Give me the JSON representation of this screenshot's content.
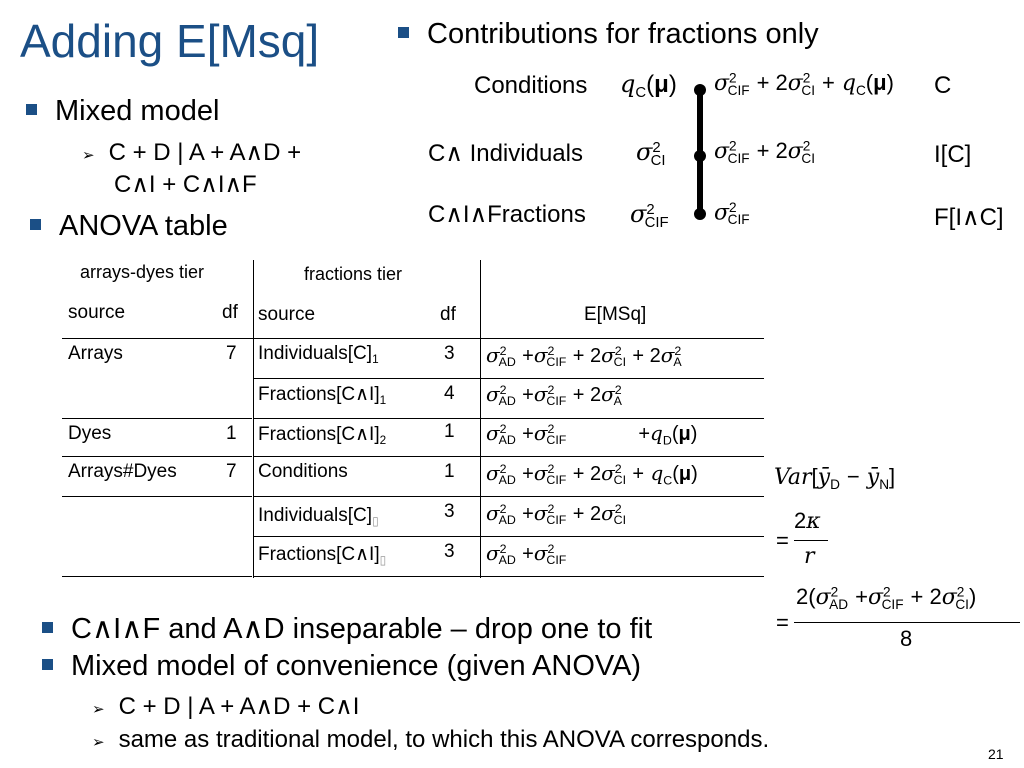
{
  "title": "Adding E[Msq]",
  "left_bullets": {
    "mixed_model": "Mixed model",
    "mixed_model_formula_line1": "C + D | A + A∧D +",
    "mixed_model_formula_line2": "C∧I + C∧I∧F",
    "anova_table": "ANOVA table"
  },
  "right_heading": "Contributions for fractions only",
  "hasse": {
    "rows": [
      {
        "label": "Conditions",
        "left_expr": "qC(μ)",
        "right_expr": "σ²CIF + 2σ²CI + qC(μ)",
        "code": "C"
      },
      {
        "label": "C∧ Individuals",
        "left_expr": "σ²CI",
        "right_expr": "σ²CIF + 2σ²CI",
        "code": "I[C]"
      },
      {
        "label": "C∧I∧Fractions",
        "left_expr": "σ²CIF",
        "right_expr": "σ²CIF",
        "code": "F[I∧C]"
      }
    ]
  },
  "table": {
    "tier1_header": "arrays-dyes tier",
    "tier2_header": "fractions tier",
    "col_source1": "source",
    "col_df1": "df",
    "col_source2": "source",
    "col_df2": "df",
    "col_emsq": "E[MSq]",
    "tier1_rows": [
      {
        "source": "Arrays",
        "df": "7"
      },
      {
        "source": "Dyes",
        "df": "1"
      },
      {
        "source": "Arrays#Dyes",
        "df": "7"
      }
    ],
    "tier2_rows": [
      {
        "source": "Individuals[C]",
        "sub": "1",
        "df": "3",
        "emsq": "σ²AD + σ²CIF + 2σ²CI + 2σ²A"
      },
      {
        "source": "Fractions[C∧I]",
        "sub": "1",
        "df": "4",
        "emsq": "σ²AD + σ²CIF + 2σ²A"
      },
      {
        "source": "Fractions[C∧I]",
        "sub": "2",
        "df": "1",
        "emsq": "σ²AD + σ²CIF + qD(μ)"
      },
      {
        "source": "Conditions",
        "sub": "",
        "df": "1",
        "emsq": "σ²AD + σ²CIF + 2σ²CI + qC(μ)"
      },
      {
        "source": "Individuals[C]",
        "sub": "▯",
        "df": "3",
        "emsq": "σ²AD + σ²CIF + 2σ²CI"
      },
      {
        "source": "Fractions[C∧I]",
        "sub": "▯",
        "df": "3",
        "emsq": "σ²AD + σ²CIF"
      }
    ]
  },
  "variance": {
    "lhs": "Var[ȳD − ȳN]",
    "frac1_num": "2κ",
    "frac1_den": "r",
    "frac2_num": "2(σ²AD + σ²CIF + 2σ²CI)",
    "frac2_den": "8",
    "eq": "="
  },
  "bottom_bullets": {
    "b1": "C∧I∧F and A∧D inseparable – drop one to fit",
    "b2": "Mixed model of convenience (given ANOVA)",
    "s1": "C + D | A + A∧D + C∧I",
    "s2": "same as traditional model, to which this ANOVA corresponds."
  },
  "slide_number": "21",
  "colors": {
    "accent": "#1b4f86"
  }
}
